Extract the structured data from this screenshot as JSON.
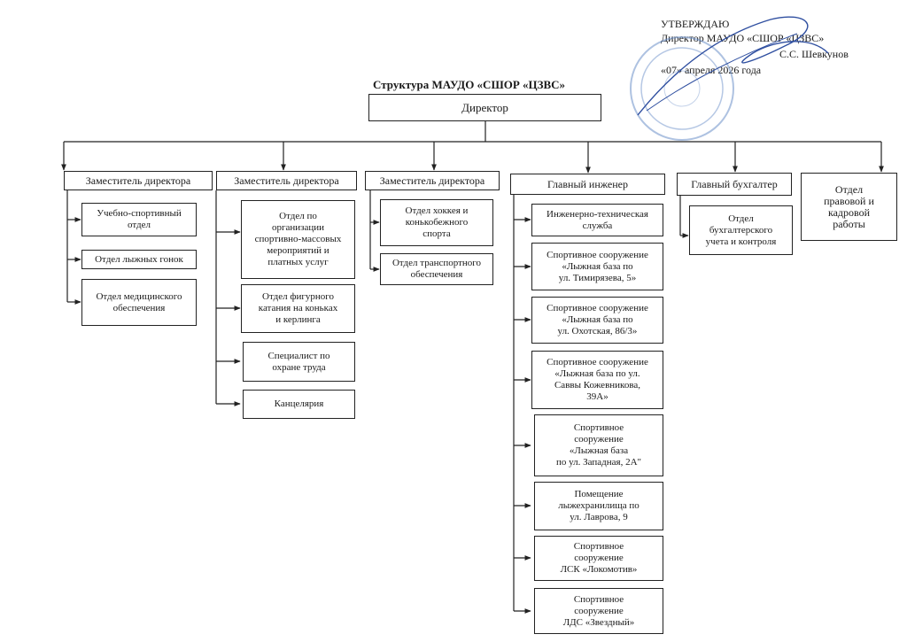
{
  "approval": {
    "line1": "УТВЕРЖДАЮ",
    "line2": "Директор МАУДО «СШОР «ЦЗВС»",
    "line3": "С.С. Шевкунов",
    "line4": "«07» апреля 2026 года"
  },
  "title": "Структура МАУДО «СШОР «ЦЗВС»",
  "director": "Директор",
  "columns": [
    {
      "head": "Заместитель директора",
      "items": [
        "Учебно-спортивный\nотдел",
        "Отдел лыжных гонок",
        "Отдел медицинского\nобеспечения"
      ]
    },
    {
      "head": "Заместитель директора",
      "items": [
        "Отдел по\nорганизации\nспортивно-массовых\nмероприятий и\nплатных услуг",
        "Отдел фигурного\nкатания на коньках\nи керлинга",
        "Специалист по\nохране труда",
        "Канцелярия"
      ]
    },
    {
      "head": "Заместитель директора",
      "items": [
        "Отдел хоккея и\nконькобежного\nспорта",
        "Отдел транспортного\nобеспечения"
      ]
    },
    {
      "head": "Главный инженер",
      "items": [
        "Инженерно-техническая\nслужба",
        "Спортивное сооружение\n«Лыжная база по\nул. Тимирязева, 5»",
        "Спортивное сооружение\n«Лыжная база по\nул. Охотская, 86/3»",
        "Спортивное сооружение\n«Лыжная база по ул.\nСаввы Кожевникова,\n39А»",
        "Спортивное\nсооружение\n«Лыжная база\nпо ул. Западная, 2А\"",
        "Помещение\nлыжехранилища по\nул. Лаврова, 9",
        "Спортивное\nсооружение\nЛСК «Локомотив»",
        "Спортивное\nсооружение\nЛДС «Звездный»"
      ]
    },
    {
      "head": "Главный бухгалтер",
      "items": [
        "Отдел\nбухгалтерского\nучета и контроля"
      ]
    },
    {
      "head": "Отдел\nправовой и\nкадровой\nработы",
      "items": []
    }
  ]
}
